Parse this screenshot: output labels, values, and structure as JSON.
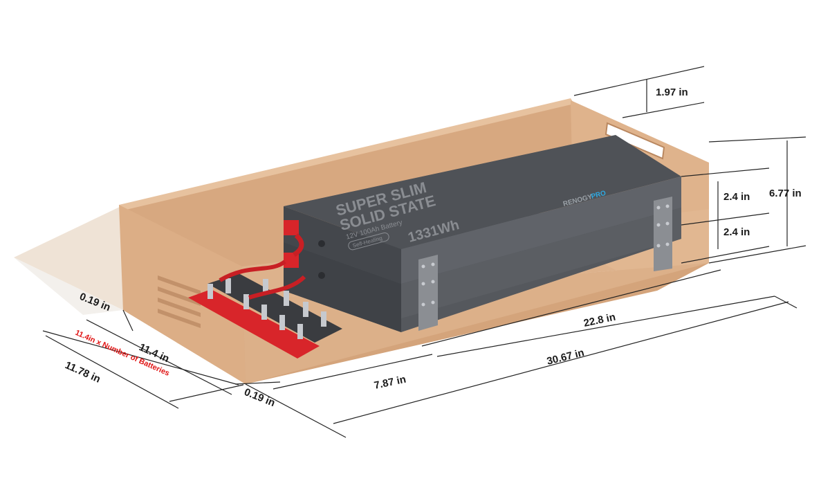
{
  "battery": {
    "title_line1": "SUPER SLIM",
    "title_line2": "SOLID STATE",
    "subtitle": "12V 100Ah Battery",
    "badge": "Self-Heating",
    "capacity": "1331Wh",
    "brand_left": "RENOGY",
    "brand_right": "PRO"
  },
  "dimensions": {
    "d_top_gap": "1.97 in",
    "d_total_height": "6.77 in",
    "d_battery_height_upper": "2.4 in",
    "d_battery_height_lower": "2.4 in",
    "d_battery_length": "22.8 in",
    "d_total_length": "30.67 in",
    "d_terminal_space": "7.87 in",
    "d_wall_front": "0.19 in",
    "d_wall_side": "0.19 in",
    "d_inner_width": "11.4 in",
    "d_outer_width": "11.78 in",
    "d_width_rule": "11.4in x Number of Batteries"
  },
  "colors": {
    "wood": "#d9ac84",
    "wood_dark": "#c99672",
    "battery": "#4a4d52",
    "terminal_red": "#d8252a",
    "accent": "#2fa8e0"
  }
}
